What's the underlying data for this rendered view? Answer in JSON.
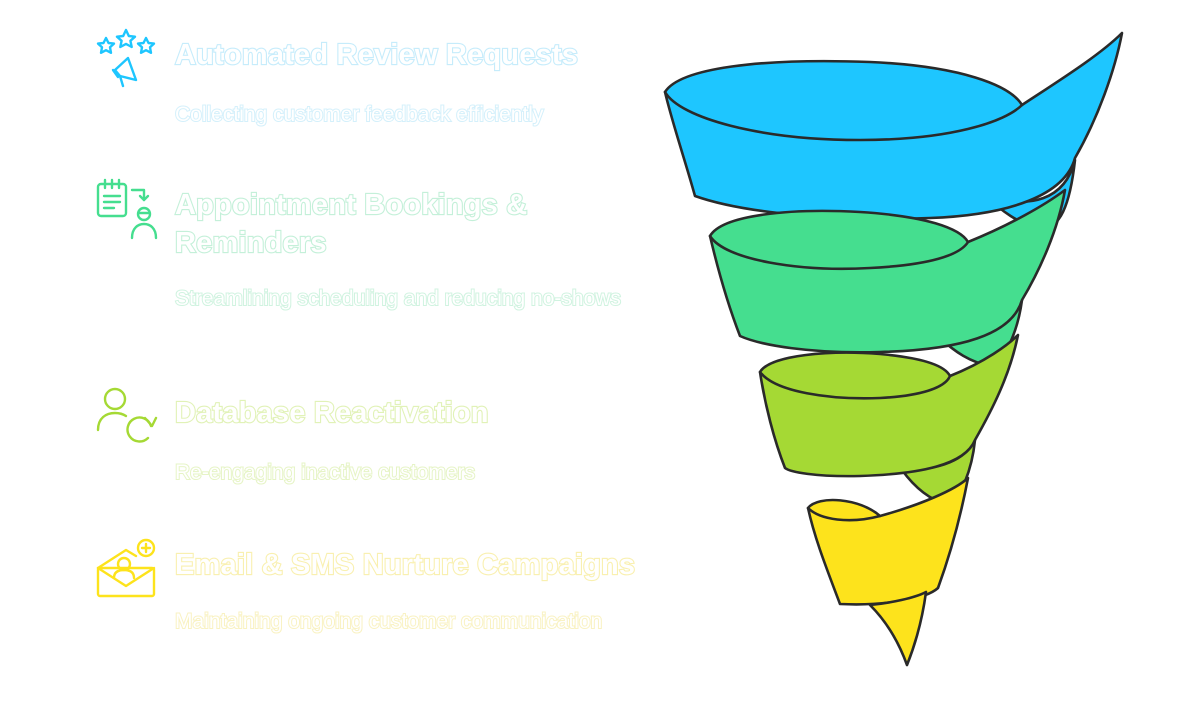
{
  "items": [
    {
      "title": "Automated Review Requests",
      "description": "Collecting customer feedback efficiently",
      "icon": "review-stars-megaphone-icon",
      "color": "#1ec6ff"
    },
    {
      "title": "Appointment Bookings & Reminders",
      "description": "Streamlining scheduling and reducing no-shows",
      "icon": "calendar-person-icon",
      "color": "#45de8f"
    },
    {
      "title": "Database Reactivation",
      "description": "Re-engaging inactive customers",
      "icon": "user-refresh-icon",
      "color": "#a5d934"
    },
    {
      "title": "Email & SMS Nurture Campaigns",
      "description": "Maintaining ongoing customer communication",
      "icon": "envelope-person-add-icon",
      "color": "#fde31c"
    }
  ],
  "funnel": {
    "outline_color": "#2a2a2a",
    "icon": "spiral-funnel-graphic"
  }
}
